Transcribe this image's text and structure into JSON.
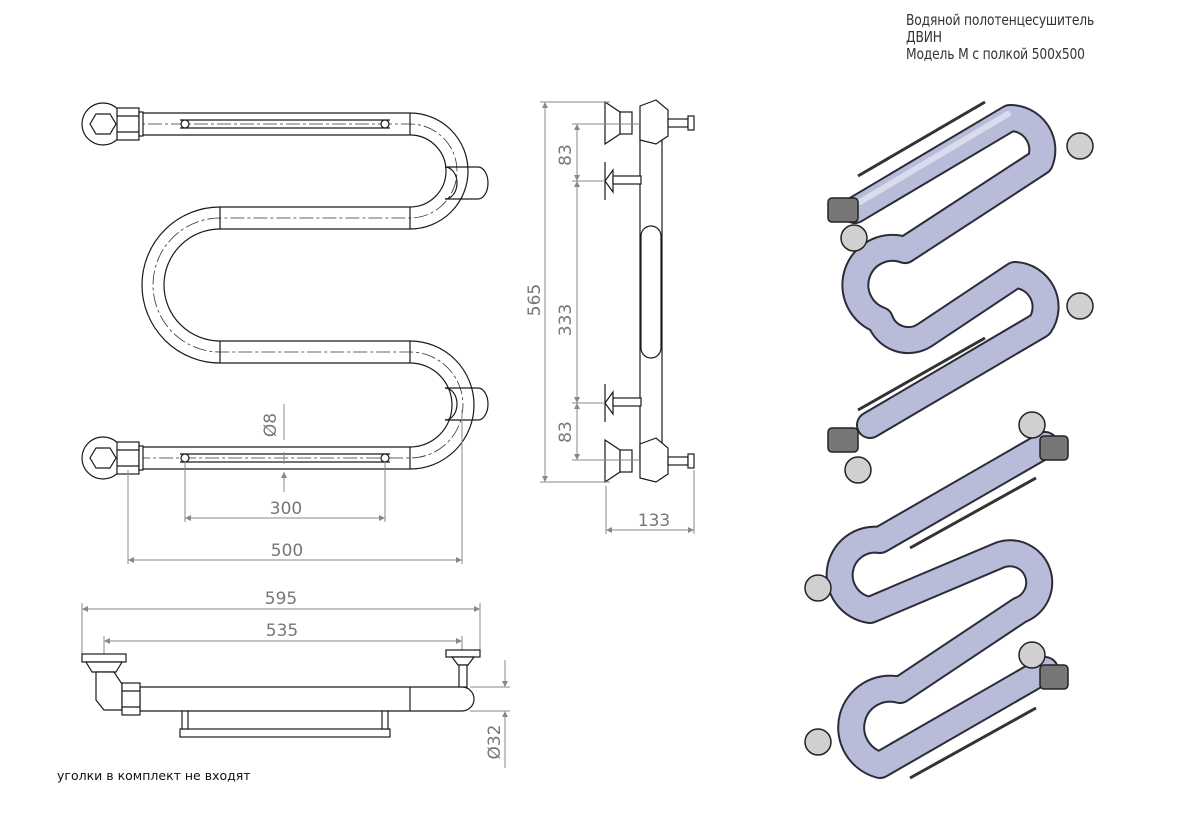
{
  "title": {
    "line1": "Водяной полотенцесушитель ДВИН",
    "line2": "Модель М с полкой 500х500"
  },
  "note": "уголки в комплект не входят",
  "dimensions": {
    "front_300": "300",
    "front_500": "500",
    "front_d8": "Ø8",
    "side_565": "565",
    "side_83_top": "83",
    "side_333": "333",
    "side_83_bottom": "83",
    "side_133": "133",
    "top_595": "595",
    "top_535": "535",
    "top_d32": "Ø32"
  },
  "colors": {
    "tube": "#b9bcd8",
    "tube_dark": "#8f93b8",
    "fitting": "#9a9a9a",
    "dim": "#888888"
  }
}
